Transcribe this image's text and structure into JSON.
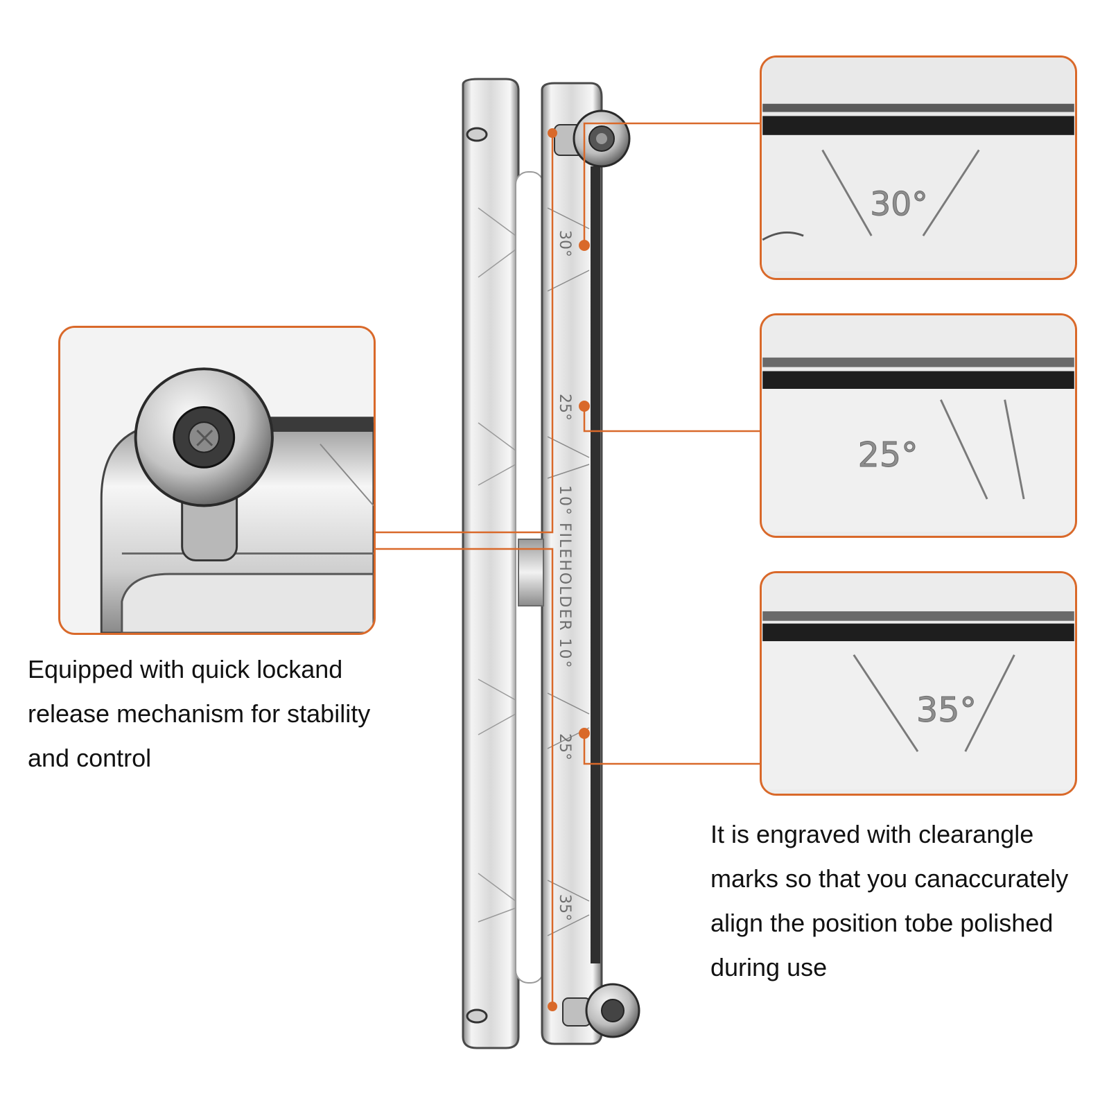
{
  "tool": {
    "engraving_text": "10° FILEHOLDER 10°",
    "angle_marks": [
      "30°",
      "25°",
      "25°",
      "35°"
    ]
  },
  "callouts": {
    "top_right": {
      "label": "30°"
    },
    "middle_right": {
      "label": "25°"
    },
    "bottom_right": {
      "label": "35°"
    }
  },
  "captions": {
    "left": {
      "lines": [
        "Equipped with quick lockand",
        "release mechanism for stability",
        "and control"
      ]
    },
    "right": {
      "lines": [
        "It is engraved with clearangle",
        "marks so that you canaccurately",
        "align the position tobe polished",
        "during use"
      ]
    }
  },
  "colors": {
    "accent": "#d9692a",
    "steel_light": "#ececec",
    "steel_dark": "#3a3a3a",
    "text": "#111111"
  }
}
